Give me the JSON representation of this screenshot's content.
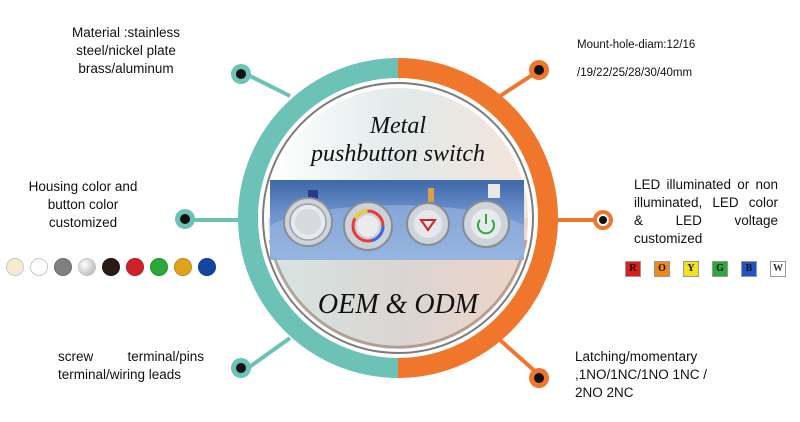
{
  "center": {
    "title_line1": "Metal",
    "title_line2": "pushbutton switch",
    "subtitle": "OEM & ODM"
  },
  "features": {
    "material": "Material :stainless steel/nickel plate brass/aluminum",
    "mount_line1": "Mount-hole-diam:12/16",
    "mount_line2": "/19/22/25/28/30/40mm",
    "housing": "Housing color and button color customized",
    "led": "LED illuminated or non illuminated, LED color & LED voltage customized",
    "terminals": "screw terminal/pins terminal/wiring leads",
    "latching": "Latching/momentary ,1NO/1NC/1NO 1NC / 2NO 2NC"
  },
  "colors": {
    "teal": "#6cc2b6",
    "orange": "#f0762c",
    "dot": "#111111"
  },
  "housing_swatches": [
    "#f6ead0",
    "#ffffff",
    "#808080",
    "#d8d8d8",
    "#2a1a14",
    "#d0202a",
    "#2aa83a",
    "#e0a21a",
    "#1246a0"
  ],
  "led_colors": [
    {
      "letter": "R",
      "color": "#d82020"
    },
    {
      "letter": "O",
      "color": "#f08a1c"
    },
    {
      "letter": "Y",
      "color": "#f3e21f"
    },
    {
      "letter": "G",
      "color": "#2aa83a"
    },
    {
      "letter": "B",
      "color": "#1f55c8"
    },
    {
      "letter": "W",
      "color": "#ffffff"
    }
  ],
  "product_icons": [
    "pushbutton-flat-icon",
    "pushbutton-ring-led-icon",
    "pushbutton-symbol-icon",
    "pushbutton-power-icon"
  ]
}
